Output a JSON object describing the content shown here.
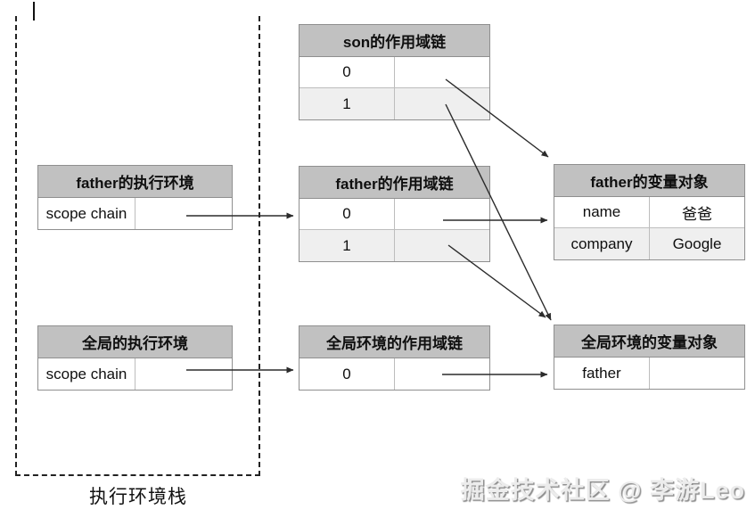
{
  "diagram": {
    "stack_label": "执行环境栈",
    "watermark": "掘金技术社区 @ 李游Leo"
  },
  "tables": {
    "son_scope_chain": {
      "title": "son的作用域链",
      "rows": [
        [
          "0",
          ""
        ],
        [
          "1",
          ""
        ]
      ]
    },
    "father_exec_context": {
      "title": "father的执行环境",
      "rows": [
        [
          "scope chain",
          ""
        ]
      ]
    },
    "father_scope_chain": {
      "title": "father的作用域链",
      "rows": [
        [
          "0",
          ""
        ],
        [
          "1",
          ""
        ]
      ]
    },
    "father_variable_object": {
      "title": "father的变量对象",
      "rows": [
        [
          "name",
          "爸爸"
        ],
        [
          "company",
          "Google"
        ]
      ]
    },
    "global_exec_context": {
      "title": "全局的执行环境",
      "rows": [
        [
          "scope chain",
          ""
        ]
      ]
    },
    "global_scope_chain": {
      "title": "全局环境的作用域链",
      "rows": [
        [
          "0",
          ""
        ]
      ]
    },
    "global_variable_object": {
      "title": "全局环境的变量对象",
      "rows": [
        [
          "father",
          ""
        ]
      ]
    }
  },
  "arrows": [
    {
      "from": "father_exec_context.scope chain",
      "to": "father_scope_chain"
    },
    {
      "from": "father_scope_chain.0",
      "to": "father_variable_object"
    },
    {
      "from": "father_scope_chain.1",
      "to": "global_variable_object"
    },
    {
      "from": "son_scope_chain.0",
      "to": "father_variable_object"
    },
    {
      "from": "son_scope_chain.1",
      "to": "global_variable_object"
    },
    {
      "from": "global_exec_context.scope chain",
      "to": "global_scope_chain"
    },
    {
      "from": "global_scope_chain.0",
      "to": "global_variable_object"
    }
  ],
  "colors": {
    "header_bg": "#c1c1c1",
    "row_alt_bg": "#efefef",
    "border": "#8f8f8f",
    "arrow": "#2b2b2b"
  }
}
